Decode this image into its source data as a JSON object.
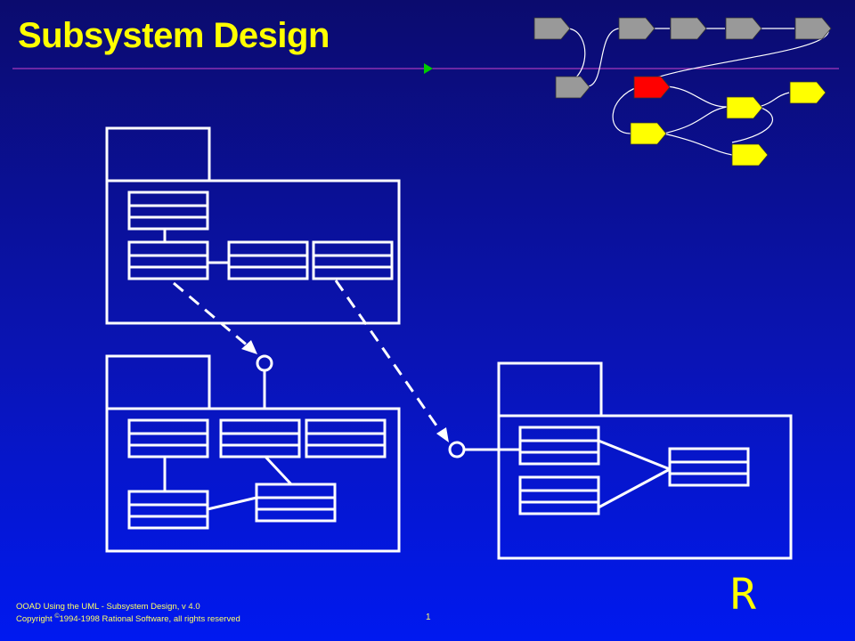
{
  "title": "Subsystem Design",
  "footer": {
    "course": "OOAD Using the UML - Subsystem Design, v 4.0",
    "copyright_prefix": "Copyright ",
    "copyright_symbol": "©",
    "copyright_text": "1994-1998 Rational Software, all rights reserved",
    "page_number": "1"
  },
  "logo": "R",
  "colors": {
    "title": "#ffff00",
    "rule": "#cc44cc",
    "arrow": "#00cc00",
    "diagram_stroke": "#ffffff",
    "roadmap_done": "#999999",
    "roadmap_current": "#ff0000",
    "roadmap_upcoming": "#ffff00"
  }
}
